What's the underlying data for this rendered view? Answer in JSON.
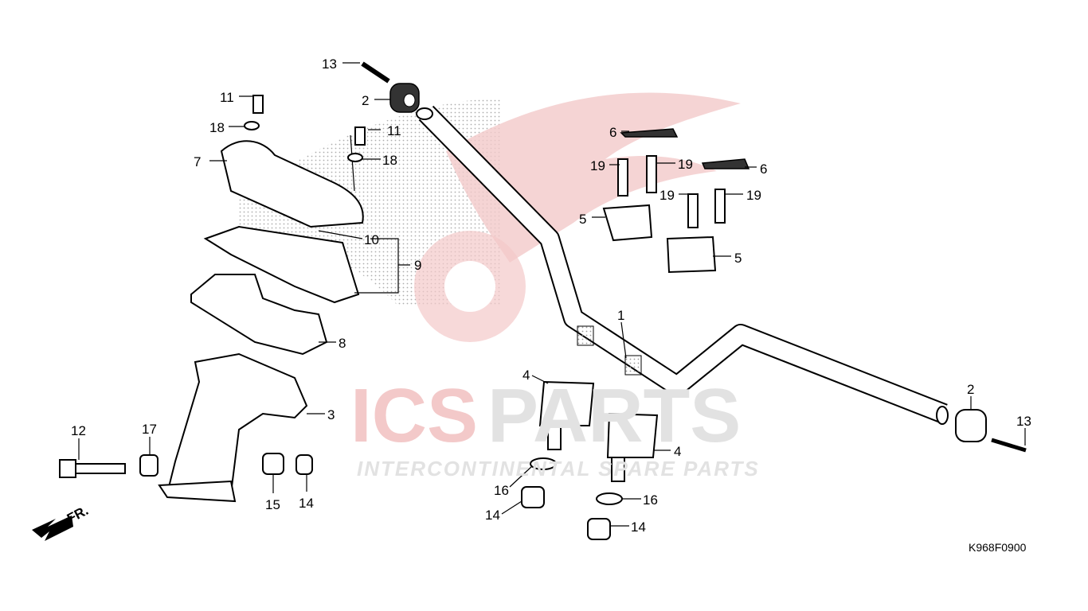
{
  "diagram": {
    "code": "K968F0900",
    "front_indicator": "FR.",
    "watermark": {
      "brand_left": "ICS",
      "brand_right": "PARTS",
      "tagline": "INTERCONTINENTAL SPARE PARTS"
    },
    "callouts": [
      "13",
      "2",
      "11",
      "18",
      "11",
      "18",
      "7",
      "10",
      "9",
      "8",
      "3",
      "12",
      "17",
      "15",
      "14",
      "6",
      "19",
      "19",
      "6",
      "19",
      "19",
      "5",
      "5",
      "1",
      "4",
      "4",
      "16",
      "14",
      "16",
      "14",
      "2",
      "13"
    ]
  },
  "colors": {
    "watermark_red": "#f3c9c9",
    "watermark_grey": "#e2e2e2"
  }
}
